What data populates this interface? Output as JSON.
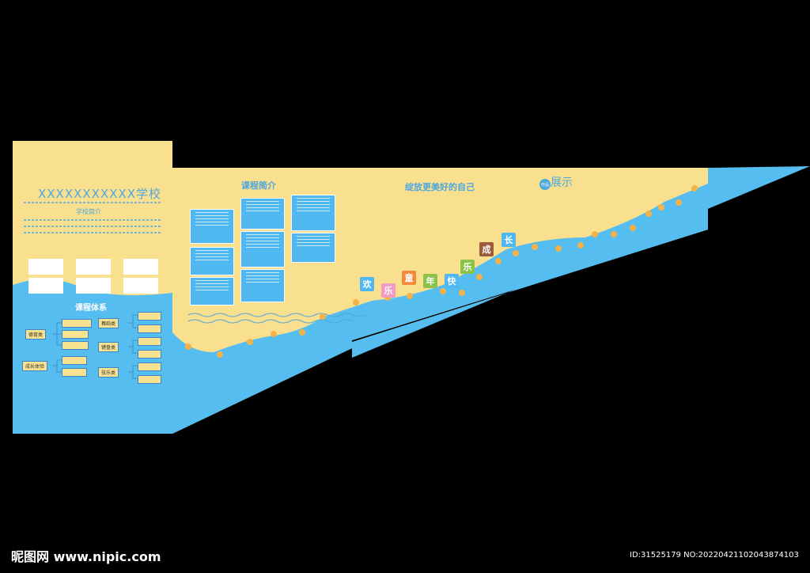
{
  "school": {
    "title": "XXXXXXXXXXX学校",
    "subtitle": "学校简介"
  },
  "course_intro": {
    "title": "课程简介"
  },
  "slogan": "绽放更美好的自己",
  "course_system": {
    "title": "课程体系",
    "categories": [
      {
        "label": "德育类"
      },
      {
        "label": "成长体验"
      },
      {
        "label": "舞蹈类"
      },
      {
        "label": "键盘类"
      },
      {
        "label": "弦乐类"
      }
    ]
  },
  "banner_tiles": [
    {
      "char": "欢",
      "color": "#4fb8f0"
    },
    {
      "char": "乐",
      "color": "#f29ac1"
    },
    {
      "char": "童",
      "color": "#f28a3c"
    },
    {
      "char": "年",
      "color": "#8bc34a"
    },
    {
      "char": "快",
      "color": "#4fb8f0"
    },
    {
      "char": "乐",
      "color": "#8bc34a"
    },
    {
      "char": "成",
      "color": "#9c5b3a"
    },
    {
      "char": "长",
      "color": "#4fb8f0"
    }
  ],
  "showcase_logo": {
    "badge": "作品",
    "title": "展示"
  },
  "watermark": {
    "left": "昵图网 www.nipic.com",
    "right": "ID:31525179 NO:20220421102043874103"
  },
  "colors": {
    "sand": "#f8e08e",
    "sea": "#55bdf0",
    "accent": "#4fa7e0",
    "star": "#f6b24a"
  }
}
